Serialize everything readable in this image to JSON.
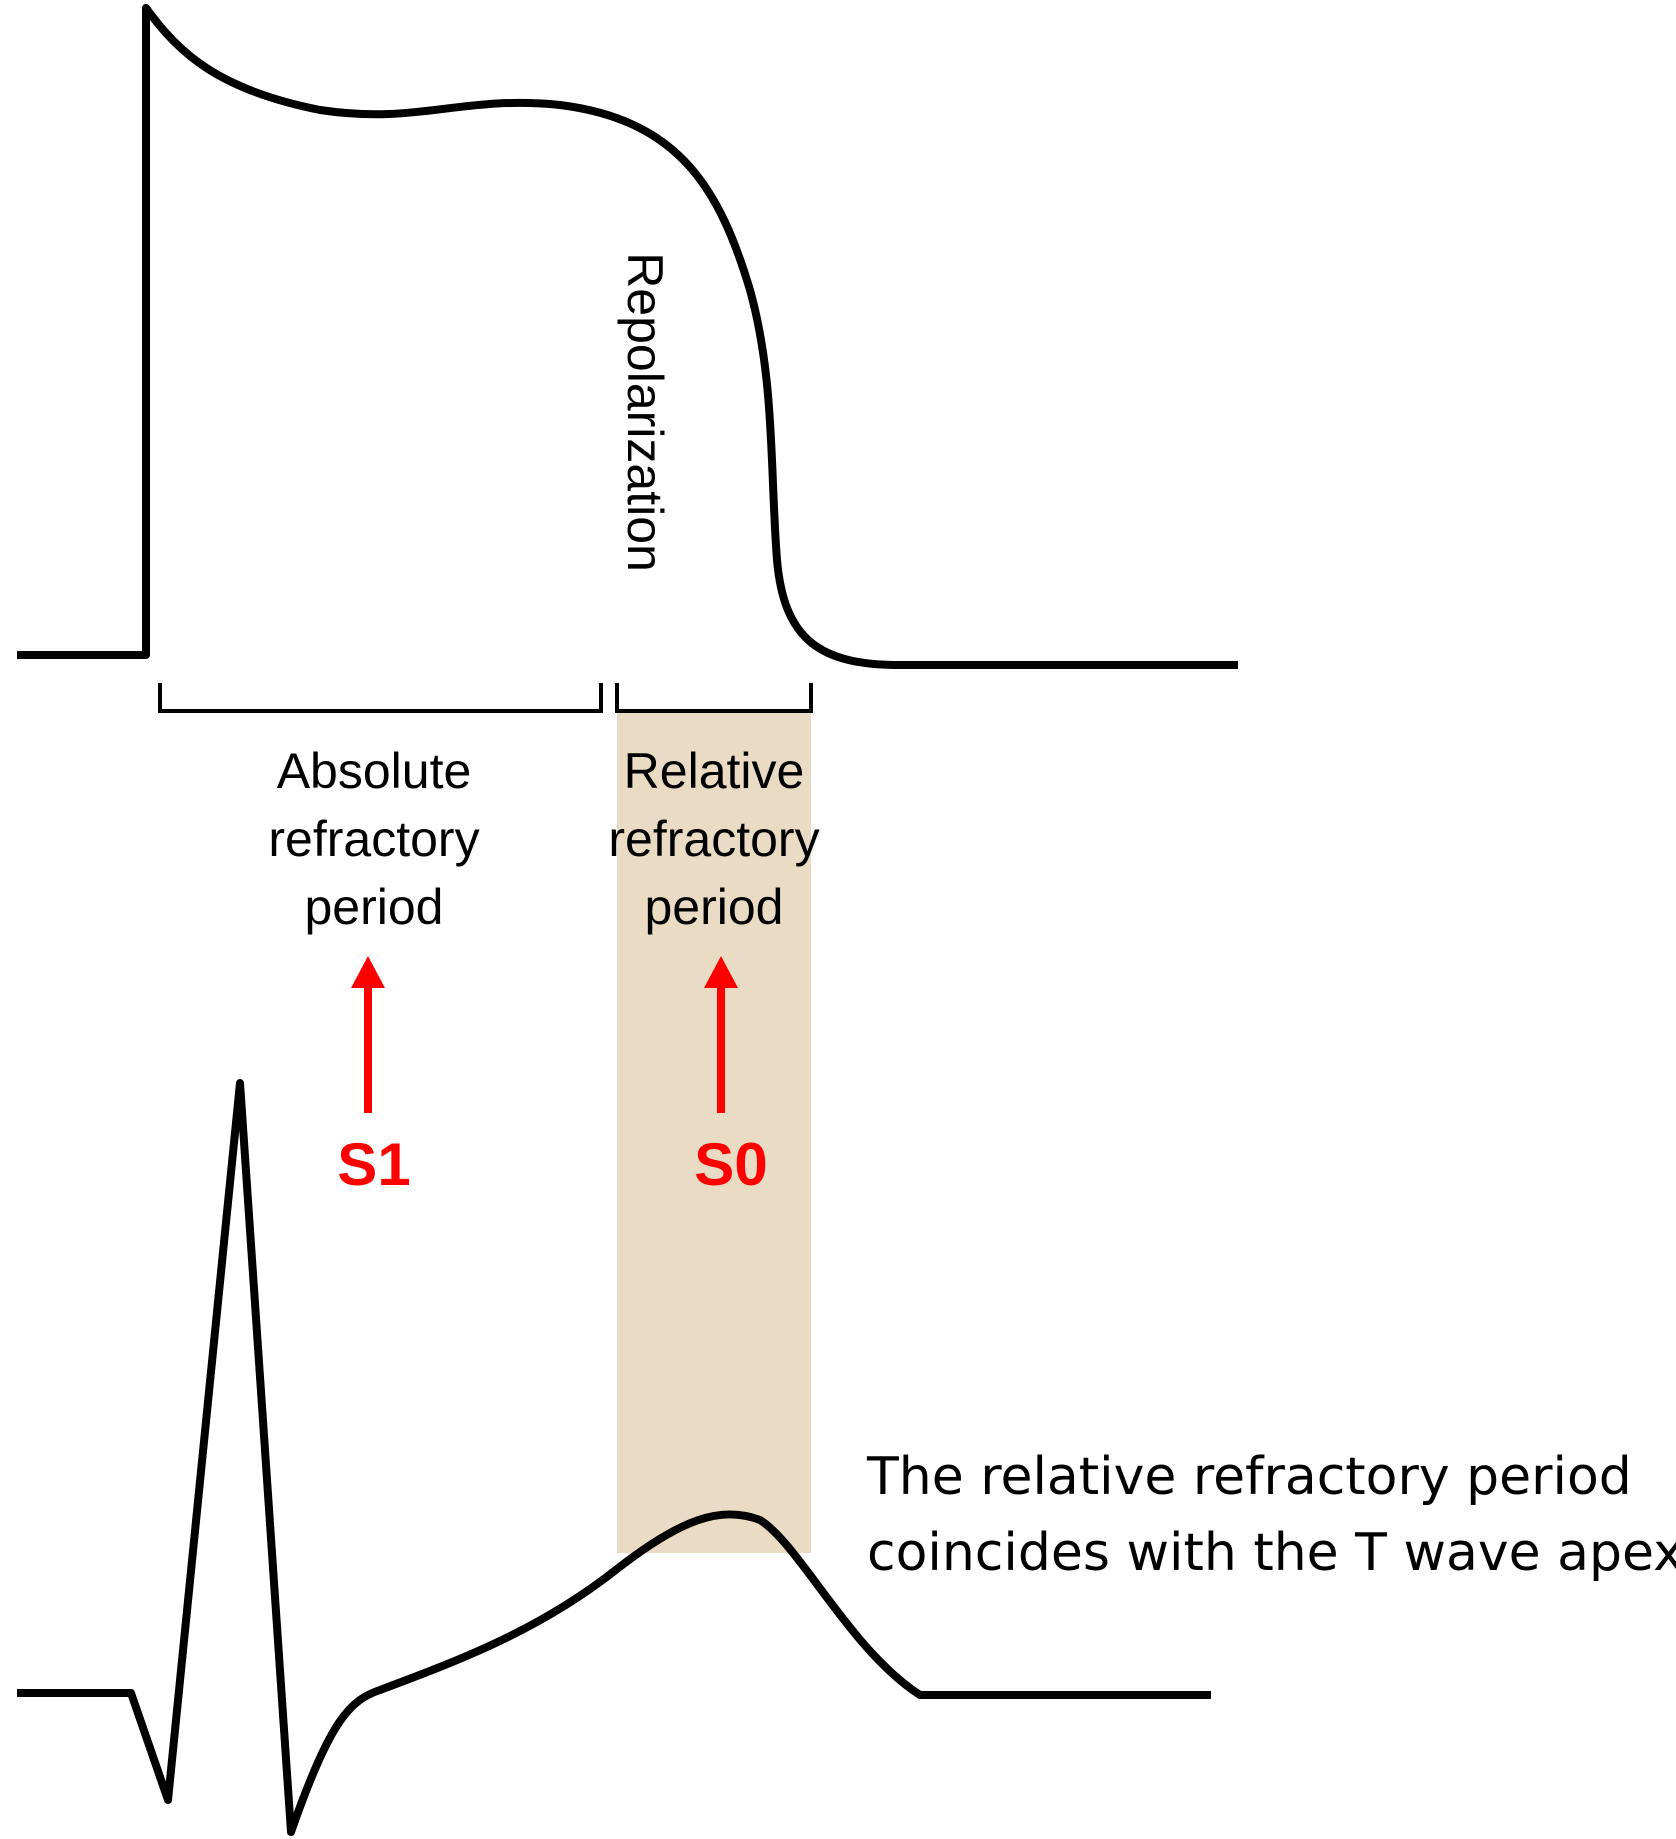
{
  "labels": {
    "repolarization": "Repolarization",
    "absolute": [
      "Absolute",
      "refractory",
      "period"
    ],
    "relative": [
      "Relative",
      "refractory",
      "period"
    ]
  },
  "stimuli": [
    {
      "name": "S1",
      "label": "S1"
    },
    {
      "name": "S0",
      "label": "S0"
    }
  ],
  "caption": [
    "The relative refractory period",
    "coincides with the T wave apex."
  ],
  "colors": {
    "trace": "#000000",
    "highlight": "#e9dbc4",
    "arrow": "#ff0000"
  }
}
